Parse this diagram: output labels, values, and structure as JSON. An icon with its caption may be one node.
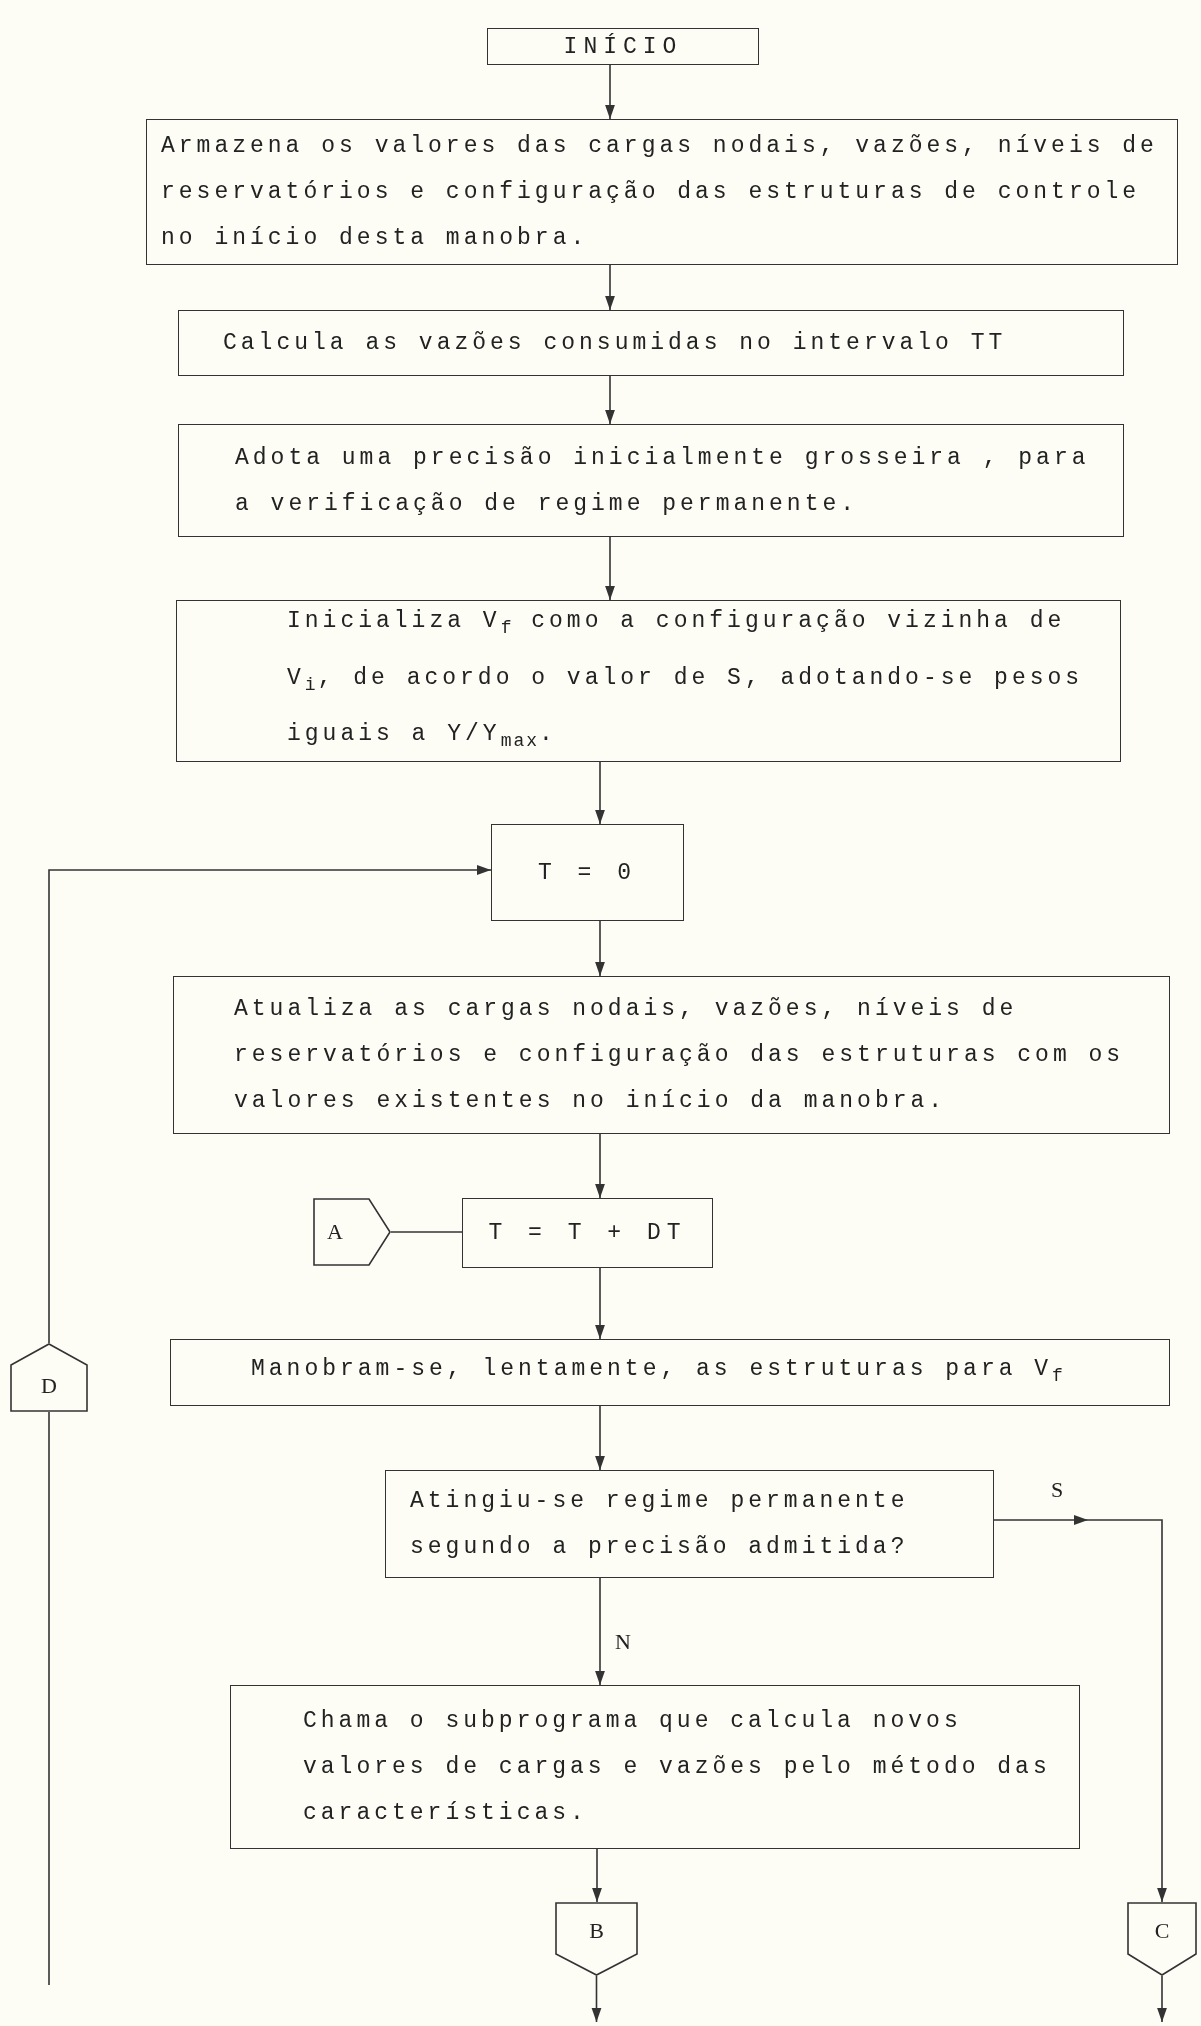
{
  "diagram": {
    "nodes": [
      {
        "text": [
          "INÍCIO"
        ]
      },
      {
        "text": [
          "Armazena os valores das cargas nodais, vazões, níveis de reservatórios e configuração das estruturas de controle no início desta manobra."
        ]
      },
      {
        "text": [
          "Calcula as vazões consumidas no intervalo TT"
        ]
      },
      {
        "text": [
          "Adota uma precisão inicialmente grosseira , para a verificação de regime permanente."
        ]
      },
      {
        "text": [
          "Inicializa V$_{f}$ como a configuração vizinha de V$_{i}$, de acordo o valor de S, adotando-se pesos iguais a Y/Y$_{max}$."
        ]
      },
      {
        "text": [
          "T = 0"
        ]
      },
      {
        "text": [
          "Atualiza as cargas nodais, vazões, níveis de reservatórios e configuração das estruturas com os valores existentes no início da manobra."
        ]
      },
      {
        "text": [
          "A"
        ]
      },
      {
        "text": [
          "T = T + DT"
        ]
      },
      {
        "text": [
          "D"
        ]
      },
      {
        "text": [
          "Manobram-se, lentamente, as estruturas para V$_{f}$"
        ]
      },
      {
        "text": [
          "Atingiu-se regime permanente segundo a precisão admitida?"
        ]
      },
      {
        "text": [
          "Chama o subprograma que calcula novos valores de cargas e vazões pelo método das características."
        ]
      },
      {
        "text": [
          "B"
        ]
      },
      {
        "text": [
          "C"
        ]
      }
    ],
    "edges": [
      {
        "from": 0,
        "to": 1,
        "arrow": "to"
      },
      {
        "from": 1,
        "to": 2,
        "arrow": "to"
      },
      {
        "from": 2,
        "to": 3,
        "arrow": "to"
      },
      {
        "from": 3,
        "to": 4,
        "arrow": "to"
      },
      {
        "from": 4,
        "to": 5,
        "arrow": "to"
      },
      {
        "from": 5,
        "to": 6,
        "arrow": "to"
      },
      {
        "from": 6,
        "to": 8,
        "arrow": "to"
      },
      {
        "from": 7,
        "to": 8,
        "arrow": "none"
      },
      {
        "from": 8,
        "to": 10,
        "arrow": "to"
      },
      {
        "from": 10,
        "to": 11,
        "arrow": "to"
      },
      {
        "from": 11,
        "to": 12,
        "arrow": "to",
        "label": "N"
      },
      {
        "from": 11,
        "to": 14,
        "arrow": "to",
        "label": "S"
      },
      {
        "from": 12,
        "to": 13,
        "arrow": "to"
      },
      {
        "from": 13,
        "to": null,
        "arrow": "to"
      },
      {
        "from": 14,
        "to": null,
        "arrow": "to"
      },
      {
        "from": null,
        "to": 9,
        "arrow": "none"
      },
      {
        "from": 9,
        "to": 5,
        "arrow": "to"
      }
    ]
  }
}
